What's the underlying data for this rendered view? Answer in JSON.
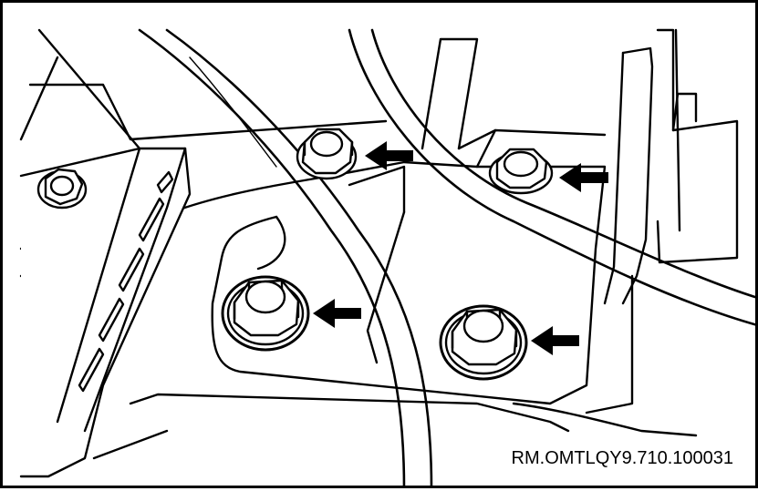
{
  "diagram": {
    "reference_code": "RM.OMTLQY9.710.100031",
    "bolts": [
      {
        "id": "upper-left",
        "indicated": true
      },
      {
        "id": "upper-right",
        "indicated": true
      },
      {
        "id": "lower-left",
        "indicated": true
      },
      {
        "id": "lower-right",
        "indicated": true
      },
      {
        "id": "far-left",
        "indicated": false
      }
    ],
    "colors": {
      "line": "#000000",
      "fill": "#ffffff"
    }
  }
}
